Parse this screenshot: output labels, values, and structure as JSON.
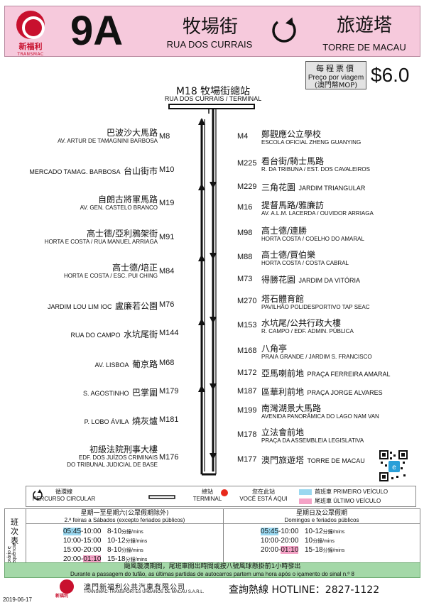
{
  "header": {
    "logo_zh": "新福利",
    "logo_en": "TRANSMAC",
    "route_number": "9A",
    "from_zh": "牧場街",
    "from_pt": "RUA DOS CURRAIS",
    "to_zh": "旅遊塔",
    "to_pt": "TORRE DE MACAU",
    "circle_icon": "circular-route-icon",
    "background": "#f6c9dc"
  },
  "fare": {
    "zh": "每程票價",
    "pt": "Preço por viagem",
    "currency": "(澳門幣MOP)",
    "price": "$6.0"
  },
  "terminal": {
    "zh": "M18 牧場街總站",
    "pt": "RUA DOS CURRAIS / TERMINAL"
  },
  "left_stops": [
    {
      "code": "M8",
      "zh": "巴波沙大馬路",
      "pt": "AV. ARTUR DE TAMAGNINI BARBOSA"
    },
    {
      "code": "M10",
      "zh": "",
      "pt": "",
      "inline_pt": "MERCADO TAMAG. BARBOSA",
      "inline_zh": "台山街市"
    },
    {
      "code": "M19",
      "zh": "自朗古將軍馬路",
      "pt": "AV. GEN. CASTELO BRANCO"
    },
    {
      "code": "M91",
      "zh": "高士德/亞利鴉架街",
      "pt": "HORTA E COSTA / RUA MANUEL ARRIAGA"
    },
    {
      "code": "M84",
      "zh": "高士德/培正",
      "pt": "HORTA E COSTA / ESC. PUI CHING"
    },
    {
      "code": "M76",
      "zh": "",
      "pt": "",
      "inline_pt": "JARDIM LOU LIM IOC",
      "inline_zh": "盧廉若公園"
    },
    {
      "code": "M144",
      "zh": "",
      "pt": "",
      "inline_pt": "RUA DO CAMPO",
      "inline_zh": "水坑尾街"
    },
    {
      "code": "M68",
      "zh": "",
      "pt": "",
      "inline_pt": "AV. LISBOA",
      "inline_zh": "葡京路"
    },
    {
      "code": "M179",
      "zh": "",
      "pt": "",
      "inline_pt": "S. AGOSTINHO",
      "inline_zh": "巴掌圍"
    },
    {
      "code": "M181",
      "zh": "",
      "pt": "",
      "inline_pt": "P. LOBO ÁVILA",
      "inline_zh": "燒灰爐"
    },
    {
      "code": "M176",
      "zh": "初級法院刑事大樓",
      "pt": "EDF. DOS JUÍZOS CRIMINAIS",
      "pt2": "DO TRIBUNAL JUDICIAL DE BASE"
    }
  ],
  "right_stops": [
    {
      "code": "M4",
      "zh": "鄭觀應公立學校",
      "pt": "ESCOLA OFICIAL ZHENG GUANYING"
    },
    {
      "code": "M225",
      "zh": "看台街/騎士馬路",
      "pt": "R. DA TRIBUNA / EST. DOS CAVALEIROS"
    },
    {
      "code": "M229",
      "zh": "",
      "pt": "",
      "inline_zh": "三角花園",
      "inline_pt": "JARDIM TRIANGULAR"
    },
    {
      "code": "M16",
      "zh": "提督馬路/雅廉訪",
      "pt": "AV. A.L.M. LACERDA / OUVIDOR ARRIAGA"
    },
    {
      "code": "M98",
      "zh": "高士德/連勝",
      "pt": "HORTA COSTA / COELHO DO AMARAL"
    },
    {
      "code": "M88",
      "zh": "高士德/賈伯樂",
      "pt": "HORTA COSTA / COSTA CABRAL"
    },
    {
      "code": "M73",
      "zh": "",
      "pt": "",
      "inline_zh": "得勝花園",
      "inline_pt": "JARDIM DA VITÓRIA"
    },
    {
      "code": "M270",
      "zh": "塔石體育館",
      "pt": "PAVILHÃO POLIDESPORTIVO TAP SEAC"
    },
    {
      "code": "M153",
      "zh": "水坑尾/公共行政大樓",
      "pt": "R. CAMPO / EDF. ADMIN. PÚBLICA"
    },
    {
      "code": "M168",
      "zh": "八角亭",
      "pt": "PRAIA GRANDE / JARDIM S. FRANCISCO"
    },
    {
      "code": "M172",
      "zh": "",
      "pt": "",
      "inline_zh": "亞馬喇前地",
      "inline_pt": "PRAÇA FERREIRA AMARAL"
    },
    {
      "code": "M187",
      "zh": "",
      "pt": "",
      "inline_zh": "區華利前地",
      "inline_pt": "PRAÇA JORGE ALVARES"
    },
    {
      "code": "M199",
      "zh": "南灣湖景大馬路",
      "pt": "AVENIDA PANORÂMICA DO LAGO NAM VAN"
    },
    {
      "code": "M178",
      "zh": "立法會前地",
      "pt": "PRAÇA DA ASSEMBLEIA LEGISLATIVA"
    },
    {
      "code": "M177",
      "zh": "",
      "pt": "",
      "inline_zh": "澳門旅遊塔",
      "inline_pt": "TORRE DE MACAU"
    }
  ],
  "legend": {
    "circular_zh": "循環線",
    "circular_pt": "PERCURSO CIRCULAR",
    "terminal_zh": "總站",
    "terminal_pt": "TERMINAL",
    "here_zh": "您在此站",
    "here_pt": "VOCÊ ESTÁ AQUI",
    "first_zh": "首班車",
    "first_pt": "PRIMEIRO VEÍCULO",
    "last_zh": "尾班車",
    "last_pt": "ÚLTIMO VEÍCULO",
    "first_color": "#9ad8f0",
    "last_color": "#f5a3c7",
    "here_color": "#e8291c"
  },
  "timetable": {
    "side_zh": "班次表",
    "side_pt": "Horário e frequência",
    "weekday_zh": "星期一至星期六(公眾假期除外)",
    "weekday_pt": "2.ª feiras a Sábados (excepto feriados públicos)",
    "holiday_zh": "星期日及公眾假期",
    "holiday_pt": "Domingos e feriados públicos",
    "unit": "分鐘/mins",
    "weekday_rows": [
      {
        "start": "05:45",
        "end": "10:00",
        "freq": "8-10",
        "first": true
      },
      {
        "start": "10:00",
        "end": "15:00",
        "freq": "10-12"
      },
      {
        "start": "15:00",
        "end": "20:00",
        "freq": "8-10"
      },
      {
        "start": "20:00",
        "end": "01:10",
        "freq": "15-18",
        "last": true
      }
    ],
    "holiday_rows": [
      {
        "start": "05:45",
        "end": "10:00",
        "freq": "10-12",
        "first": true
      },
      {
        "start": "10:00",
        "end": "20:00",
        "freq": "10"
      },
      {
        "start": "20:00",
        "end": "01:10",
        "freq": "15-18",
        "last": true
      }
    ]
  },
  "notice": {
    "zh": "颱風襲澳期間，尾班車開出時間或按八號風球懸掛前1小時發出",
    "pt": "Durante a passagem do tufão, as últimas partidas de autocarros partem uma hora após o içamento do sinal n.º 8",
    "background": "#a4d8a8"
  },
  "footer": {
    "company_zh": "澳門新福利公共汽車有限公司",
    "company_pt": "TRANSMAC-TRANSPORTES URBANOS DE MACAU S.A.R.L.",
    "logo_zh": "新福利",
    "hotline": "查詢熱線 HOTLINE：2827-1122",
    "date": "2019-06-17"
  }
}
